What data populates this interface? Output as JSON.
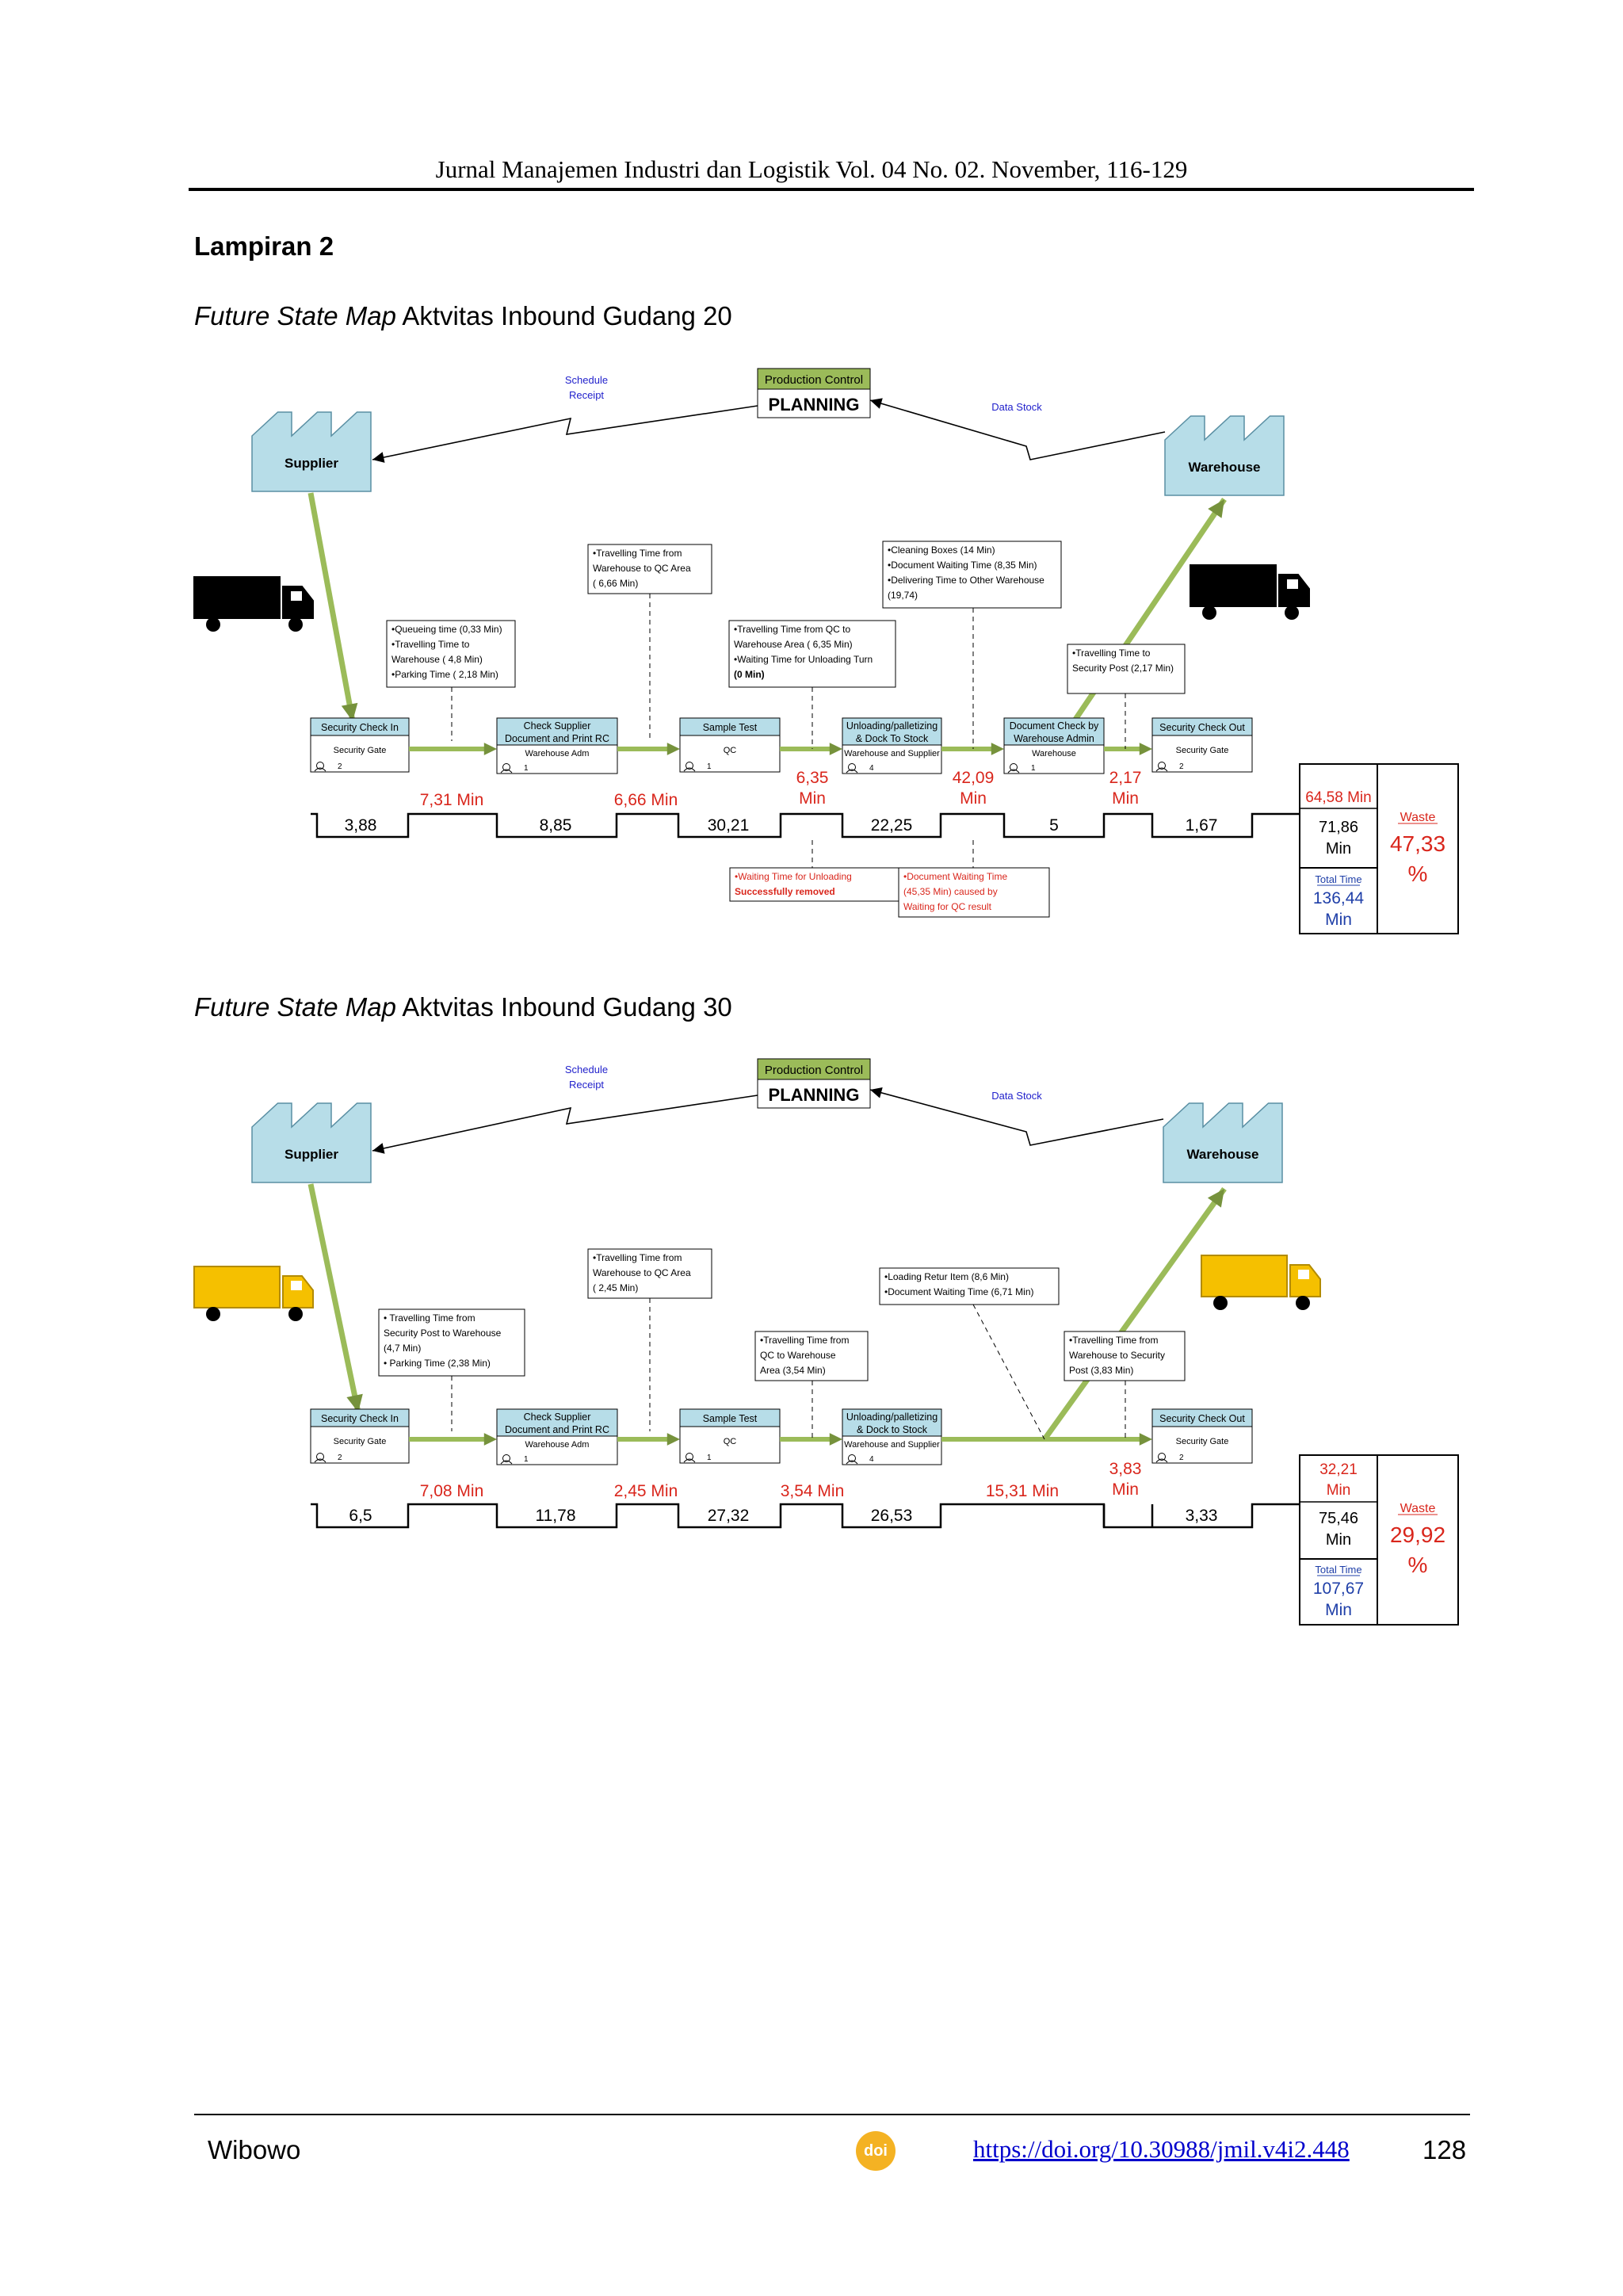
{
  "header": {
    "journal": "Jurnal Manajemen Industri dan Logistik Vol. 04 No. 02. November, 116-129"
  },
  "lampiran": "Lampiran 2",
  "maps": [
    {
      "title_italic": "Future State Map",
      "title_rest": " Aktvitas Inbound Gudang 20",
      "schedule_receipt": [
        "Schedule",
        "Receipt"
      ],
      "data_stock": "Data Stock",
      "production_control": "Production Control",
      "planning": "PLANNING",
      "supplier": "Supplier",
      "warehouse": "Warehouse",
      "truck_in_color": "#000000",
      "truck_out_color": "#000000",
      "processes": [
        {
          "title": [
            "Security Check In"
          ],
          "sub": "Security Gate",
          "op": "2"
        },
        {
          "title": [
            "Check Supplier",
            "Document and Print RC"
          ],
          "sub": "Warehouse Adm",
          "op": "1"
        },
        {
          "title": [
            "Sample Test"
          ],
          "sub": "QC",
          "op": "1"
        },
        {
          "title": [
            "Unloading/palletizing",
            "& Dock To Stock"
          ],
          "sub": "Warehouse and Supplier",
          "op": "4"
        },
        {
          "title": [
            "Document Check by",
            "Warehouse Admin"
          ],
          "sub": "Warehouse",
          "op": "1"
        },
        {
          "title": [
            "Security Check Out"
          ],
          "sub": "Security Gate",
          "op": "2"
        }
      ],
      "notes": [
        [
          "•Queueing time (0,33 Min)",
          "•Travelling Time to",
          "Warehouse ( 4,8 Min)",
          "•Parking Time ( 2,18 Min)"
        ],
        [
          "•Travelling Time from",
          "Warehouse to QC Area",
          "( 6,66 Min)"
        ],
        [
          "•Travelling Time from QC to",
          "Warehouse Area ( 6,35 Min)",
          "•Waiting Time for Unloading Turn",
          "(0 Min)"
        ],
        [
          "•Cleaning Boxes (14 Min)",
          "•Document Waiting Time (8,35 Min)",
          "•Delivering Time to Other Warehouse",
          "(19,74)"
        ],
        [
          "•Travelling Time to",
          "Security Post (2,17 Min)"
        ]
      ],
      "waits": [
        [
          "7,31 Min"
        ],
        [
          "6,66 Min"
        ],
        [
          "6,35",
          "Min"
        ],
        [
          "42,09",
          "Min"
        ],
        [
          "2,17",
          "Min"
        ]
      ],
      "process_times": [
        "3,88",
        "8,85",
        "30,21",
        "22,25",
        "5",
        "1,67"
      ],
      "bottom_notes": [
        [
          "•Waiting Time for Unloading",
          "Successfully removed"
        ],
        [
          "•Document Waiting Time",
          "(45,35 Min) caused by",
          "Waiting for QC result"
        ]
      ],
      "summary": {
        "nva": [
          "64,58 Min"
        ],
        "va": [
          "71,86",
          "Min"
        ],
        "total_label": "Total Time",
        "total": [
          "136,44",
          "Min"
        ],
        "waste_label": "Waste",
        "waste": [
          "47,33",
          "%"
        ]
      }
    },
    {
      "title_italic": "Future State Map",
      "title_rest": " Aktvitas Inbound Gudang 30",
      "schedule_receipt": [
        "Schedule",
        "Receipt"
      ],
      "data_stock": "Data Stock",
      "production_control": "Production Control",
      "planning": "PLANNING",
      "supplier": "Supplier",
      "warehouse": "Warehouse",
      "truck_in_color": "#f5c000",
      "truck_out_color": "#f5c000",
      "processes": [
        {
          "title": [
            "Security Check In"
          ],
          "sub": "Security Gate",
          "op": "2"
        },
        {
          "title": [
            "Check Supplier",
            "Document and Print RC"
          ],
          "sub": "Warehouse Adm",
          "op": "1"
        },
        {
          "title": [
            "Sample Test"
          ],
          "sub": "QC",
          "op": "1"
        },
        {
          "title": [
            "Unloading/palletizing",
            "& Dock to Stock"
          ],
          "sub": "Warehouse and Supplier",
          "op": "4"
        },
        {
          "title": [
            "Security Check Out"
          ],
          "sub": "Security Gate",
          "op": "2"
        }
      ],
      "notes": [
        [
          "•  Travelling Time from",
          "    Security Post to Warehouse",
          "    (4,7 Min)",
          "•  Parking Time (2,38 Min)"
        ],
        [
          "•Travelling Time from",
          "Warehouse to QC Area",
          "( 2,45 Min)"
        ],
        [
          "•Travelling Time from",
          "QC to Warehouse",
          "Area (3,54 Min)"
        ],
        [
          "•Loading Retur Item (8,6 Min)",
          "•Document Waiting Time (6,71 Min)"
        ],
        [
          "•Travelling Time from",
          "Warehouse to Security",
          "Post (3,83 Min)"
        ]
      ],
      "waits": [
        [
          "7,08 Min"
        ],
        [
          "2,45 Min"
        ],
        [
          "3,54 Min"
        ],
        [
          "15,31 Min"
        ],
        [
          "3,83",
          "Min"
        ]
      ],
      "process_times": [
        "6,5",
        "11,78",
        "27,32",
        "26,53",
        "3,33"
      ],
      "summary": {
        "nva": [
          "32,21",
          "Min"
        ],
        "va": [
          "75,46",
          "Min"
        ],
        "total_label": "Total Time",
        "total": [
          "107,67",
          "Min"
        ],
        "waste_label": "Waste",
        "waste": [
          "29,92",
          "%"
        ]
      }
    }
  ],
  "footer": {
    "author": "Wibowo",
    "doi": "https://doi.org/10.30988/jmil.v4i2.448",
    "page": "128",
    "doi_badge": "doi"
  }
}
